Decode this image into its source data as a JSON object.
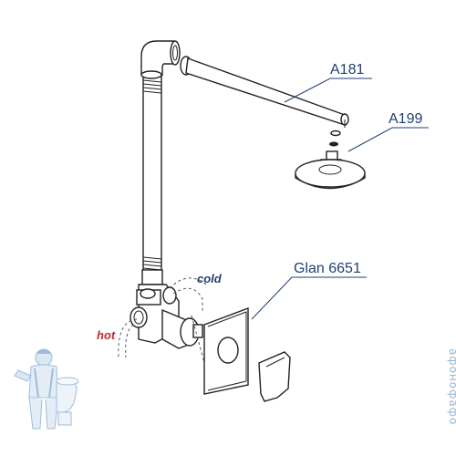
{
  "labels": {
    "shower_arm": "A181",
    "shower_head": "A199",
    "faceplate_set": "Glan 6651",
    "cold": "cold",
    "hot": "hot"
  },
  "watermark": "афонофафо",
  "colors": {
    "label_blue": "#1f3f72",
    "hot_red": "#c0282c",
    "mascot_blue": "#7fa6cf"
  }
}
